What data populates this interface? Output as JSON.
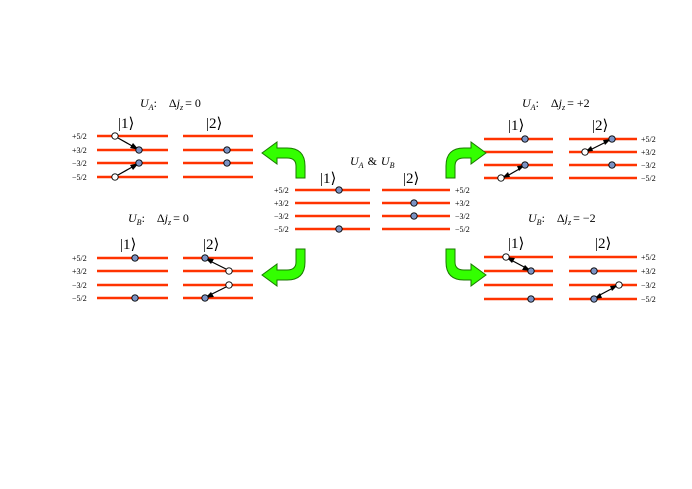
{
  "center": {
    "title": {
      "U": "U",
      "sub_a": "A",
      "amp": "&",
      "sub_b": "B"
    },
    "ket1": "|1⟩",
    "ket2": "|2⟩",
    "left_levels": [
      "+5/2",
      "+3/2",
      "−3/2",
      "−5/2"
    ],
    "right_levels": [
      "+5/2",
      "+3/2",
      "−3/2",
      "−5/2"
    ]
  },
  "top_left": {
    "title": {
      "U": "U",
      "sub": "A",
      "colon": ":",
      "delta": "Δ",
      "j": "j",
      "z": "z",
      "eq": "= 0"
    },
    "ket1": "|1⟩",
    "ket2": "|2⟩",
    "levels": [
      "+5/2",
      "+3/2",
      "−3/2",
      "−5/2"
    ]
  },
  "bottom_left": {
    "title": {
      "U": "U",
      "sub": "B",
      "colon": ":",
      "delta": "Δ",
      "j": "j",
      "z": "z",
      "eq": "= 0"
    },
    "ket1": "|1⟩",
    "ket2": "|2⟩",
    "levels": [
      "+5/2",
      "+3/2",
      "−3/2",
      "−5/2"
    ]
  },
  "top_right": {
    "title": {
      "U": "U",
      "sub": "A",
      "colon": ":",
      "delta": "Δ",
      "j": "j",
      "z": "z",
      "eq": "= +2"
    },
    "ket1": "|1⟩",
    "ket2": "|2⟩",
    "levels": [
      "+5/2",
      "+3/2",
      "−3/2",
      "−5/2"
    ]
  },
  "bottom_right": {
    "title": {
      "U": "U",
      "sub": "B",
      "colon": ":",
      "delta": "Δ",
      "j": "j",
      "z": "z",
      "eq": "= −2"
    },
    "ket1": "|1⟩",
    "ket2": "|2⟩",
    "levels": [
      "+5/2",
      "+3/2",
      "−3/2",
      "−5/2"
    ]
  },
  "colors": {
    "level_line": "#ff3300",
    "filled_dot": "#7c93c4",
    "arrow_fill": "#33ff00"
  }
}
